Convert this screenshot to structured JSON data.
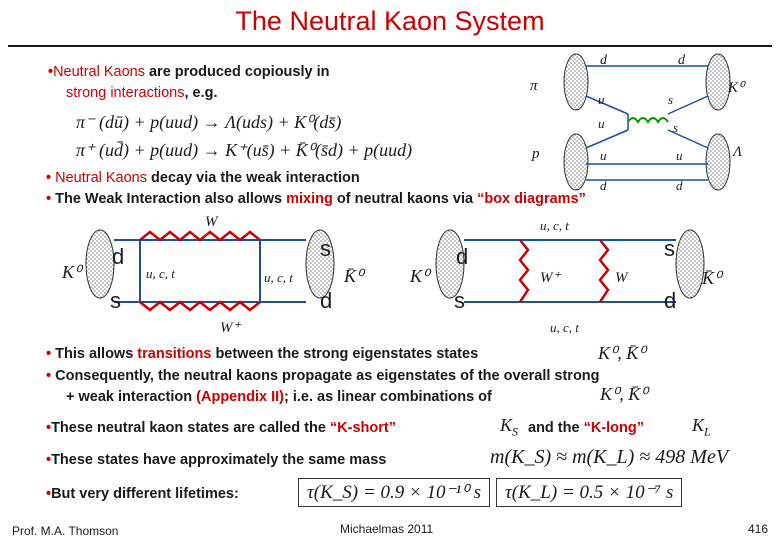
{
  "title": "The Neutral Kaon System",
  "bullet1": {
    "part1": "Neutral Kaons",
    "part2": " are produced copiously in",
    "line2_start": "strong interactions",
    "line2_end": ", e.g."
  },
  "reactions": {
    "r1": "π⁻ (dū) + p(uud) → Λ(uds) + K⁰(ds̄)",
    "r2": "π⁺ (ud̄) + p(uud) → K⁺(us̄) + K̄⁰(s̄d) + p(uud)"
  },
  "feynman_top": {
    "pi": "π",
    "p": "p",
    "K0": "K⁰",
    "Lambda": "Λ",
    "q_top": [
      "d",
      "d"
    ],
    "q_mid1": [
      "u",
      "s"
    ],
    "q_mid2": [
      "u",
      "s"
    ],
    "q_bot1": [
      "u",
      "u"
    ],
    "q_bot2": [
      "d",
      "d"
    ],
    "gluon": "ʘʘʘʘ"
  },
  "bullet2": {
    "part1": "Neutral Kaons",
    "part2": " decay via the weak interaction"
  },
  "bullet3": {
    "part1": "The Weak Interaction also allows ",
    "mixing": "mixing",
    "part2": " of neutral kaons via ",
    "box": "“box diagrams”"
  },
  "box_left": {
    "W_top": "W",
    "W_bot": "W⁺",
    "K0": "K⁰",
    "K0bar": "K̄⁰",
    "quark_tl": "d",
    "quark_bl": "s",
    "quark_tr": "s",
    "quark_br": "d",
    "internal_l": "u, c, t",
    "internal_r": "u, c, t"
  },
  "box_right": {
    "K0": "K⁰",
    "K0bar": "K̄⁰",
    "W_l": "W⁺",
    "W_r": "W",
    "quark_tl": "d",
    "quark_bl": "s",
    "quark_tr": "s",
    "quark_br": "d",
    "internal_t": "u, c, t",
    "internal_b": "u, c, t"
  },
  "bullet4": {
    "part1": "This allows ",
    "transitions": "transitions",
    "part2": " between the strong eigenstates states",
    "math": "K⁰, K̄⁰"
  },
  "bullet5": {
    "line1": "Consequently, the neutral kaons propagate as eigenstates of  the overall strong",
    "line2a": "+ weak interaction ",
    "appendix": "(Appendix II)",
    "line2b": "; i.e. as linear combinations of",
    "math": "K⁰, K̄⁰"
  },
  "bullet6": {
    "part1": "These neutral kaon states are called the ",
    "kshort": "“K-short”",
    "ks": "K",
    "ks_sub": "S",
    "and": " and the ",
    "klong": "“K-long”",
    "kl": "K",
    "kl_sub": "L"
  },
  "bullet7": {
    "text": "These states have approximately the same mass",
    "math": "m(K_S) ≈ m(K_L) ≈ 498 MeV"
  },
  "bullet8": {
    "text": "But very different lifetimes:",
    "tau_s": "τ(K_S) = 0.9 × 10⁻¹⁰ s",
    "tau_l": "τ(K_L) = 0.5 × 10⁻⁷ s"
  },
  "footer": {
    "author": "Prof. M.A. Thomson",
    "term": "Michaelmas 2011",
    "page": "416"
  },
  "colors": {
    "title": "#cc0000",
    "highlight": "#cc0000",
    "wboson": "#cc0000",
    "gluon": "#009900",
    "hatch": "#808080"
  }
}
